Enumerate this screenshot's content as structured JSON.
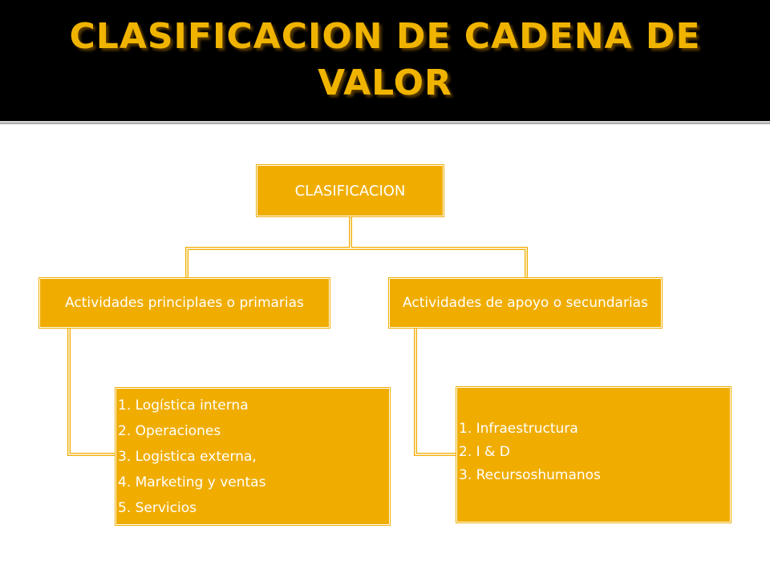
{
  "slide": {
    "title": "CLASIFICACION DE CADENA DE VALOR",
    "accent_color": "#f0ad00",
    "title_color": "#f0b400"
  },
  "diagram": {
    "root": "CLASIFICACION",
    "branches": [
      {
        "label": "Actividades principlaes o primarias",
        "items": [
          "1. Logística interna",
          "2. Operaciones",
          "3. Logistica externa,",
          "4. Marketing y ventas",
          "5. Servicios"
        ]
      },
      {
        "label": "Actividades de apoyo o secundarias",
        "items": [
          "1. Infraestructura",
          "2. I & D",
          "3. Recursoshumanos"
        ]
      }
    ]
  }
}
